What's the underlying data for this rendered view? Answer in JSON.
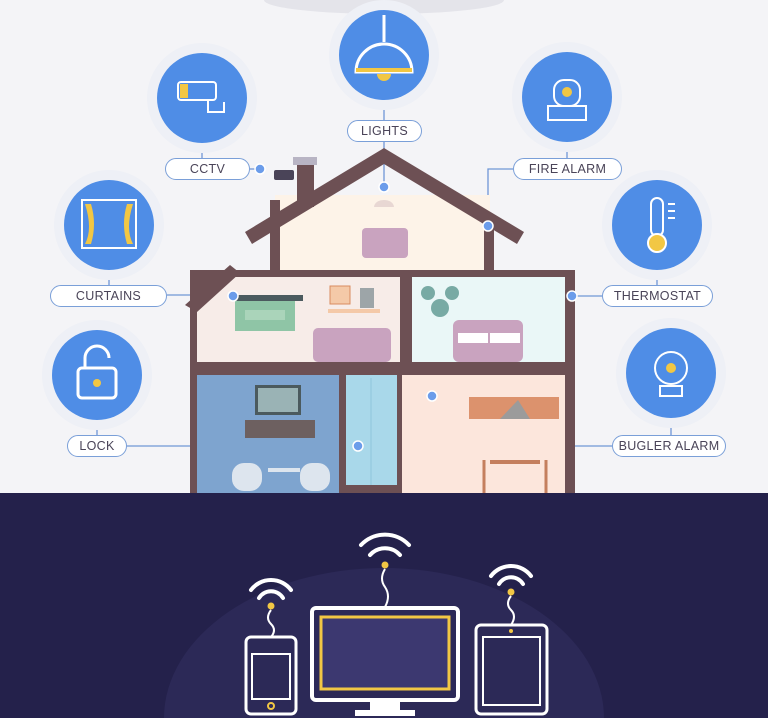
{
  "labels": {
    "lights": "LIGHTS",
    "cctv": "CCTV",
    "fire_alarm": "FIRE ALARM",
    "curtains": "CURTAINS",
    "thermostat": "THERMOSTAT",
    "lock": "LOCK",
    "bugler_alarm": "BUGLER ALARM"
  },
  "icons": [
    "cctv-camera-icon",
    "pendant-lamp-icon",
    "fire-alarm-icon",
    "curtains-icon",
    "thermometer-icon",
    "padlock-icon",
    "alarm-bell-icon",
    "smartphone-icon",
    "monitor-icon",
    "tablet-icon",
    "wifi-icon"
  ],
  "colors": {
    "accent": "#4f8de6",
    "yellow": "#f2c744",
    "dark_band": "#24214b",
    "wall": "#6d5054"
  }
}
